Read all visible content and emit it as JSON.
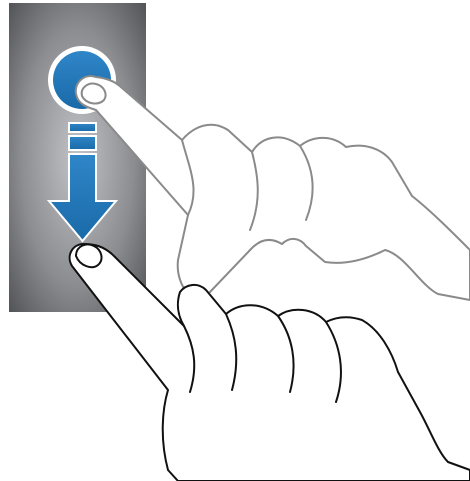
{
  "illustration": {
    "description_icons": [
      "screen-panel",
      "touch-point-icon",
      "arrow-down-icon",
      "hand-start",
      "hand-end"
    ],
    "colors": {
      "panel_dark": "#4a4b4f",
      "panel_light": "#b8b9bd",
      "accent_blue": "#1a6aa8",
      "accent_blue_light": "#2f86c8",
      "hand_fill": "#ffffff",
      "hand_start_outline": "#8a8a8a",
      "hand_end_outline": "#111111"
    }
  }
}
